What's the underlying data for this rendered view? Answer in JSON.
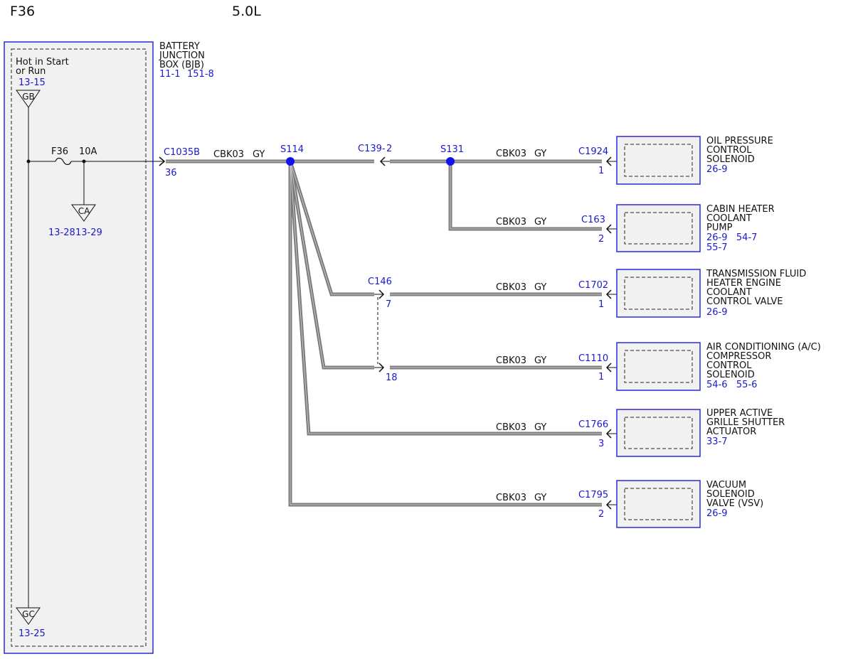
{
  "header": {
    "fuse_title": "F36",
    "engine": "5.0L"
  },
  "colors": {
    "wire": "#7b7b7b",
    "link_blue": "#1a1acc",
    "box_border": "#2a2ad8",
    "fill_gray": "#f1f1f1",
    "splice": "#1212ee",
    "text": "#111111"
  },
  "bjb": {
    "name_lines": [
      "BATTERY",
      "JUNCTION",
      "BOX (BJB)"
    ],
    "refs": [
      "11-1",
      "151-8"
    ],
    "hot_label": [
      "Hot in Start",
      "or Run"
    ],
    "top_ground": {
      "label": "GB",
      "ref": "13-15"
    },
    "mid_ground": {
      "label": "CA",
      "refs": [
        "13-28",
        "13-29"
      ]
    },
    "bottom_ground": {
      "label": "GC",
      "ref": "13-25"
    },
    "fuse": {
      "name": "F36",
      "rating": "10A"
    }
  },
  "main_wire": {
    "connector": "C1035B",
    "pin": "36",
    "circuit": "CBK03",
    "color": "GY"
  },
  "splices": {
    "s114": "S114",
    "s131": "S131"
  },
  "inline_connectors": {
    "c139": {
      "name": "C139-",
      "pin": "2"
    },
    "c146": {
      "name": "C146",
      "pin_a": "7",
      "pin_b": "18"
    }
  },
  "loads": [
    {
      "connector": "C1924",
      "pin": "1",
      "circuit": "CBK03",
      "color": "GY",
      "name_lines": [
        "OIL PRESSURE",
        "CONTROL",
        "SOLENOID"
      ],
      "refs": "26-9"
    },
    {
      "connector": "C163",
      "pin": "2",
      "circuit": "CBK03",
      "color": "GY",
      "name_lines": [
        "CABIN HEATER",
        "COOLANT",
        "PUMP"
      ],
      "refs": "26-9   54-7",
      "refs2": "55-7"
    },
    {
      "connector": "C1702",
      "pin": "1",
      "circuit": "CBK03",
      "color": "GY",
      "name_lines": [
        "TRANSMISSION FLUID",
        "HEATER ENGINE",
        "COOLANT",
        "CONTROL VALVE"
      ],
      "refs": "26-9"
    },
    {
      "connector": "C1110",
      "pin": "1",
      "circuit": "CBK03",
      "color": "GY",
      "name_lines": [
        "AIR CONDITIONING (A/C)",
        "COMPRESSOR",
        "CONTROL",
        "SOLENOID"
      ],
      "refs": "54-6   55-6"
    },
    {
      "connector": "C1766",
      "pin": "3",
      "circuit": "CBK03",
      "color": "GY",
      "name_lines": [
        "UPPER ACTIVE",
        "GRILLE SHUTTER",
        "ACTUATOR"
      ],
      "refs": "33-7"
    },
    {
      "connector": "C1795",
      "pin": "2",
      "circuit": "CBK03",
      "color": "GY",
      "name_lines": [
        "VACUUM",
        "SOLENOID",
        "VALVE (VSV)"
      ],
      "refs": "26-9"
    }
  ]
}
